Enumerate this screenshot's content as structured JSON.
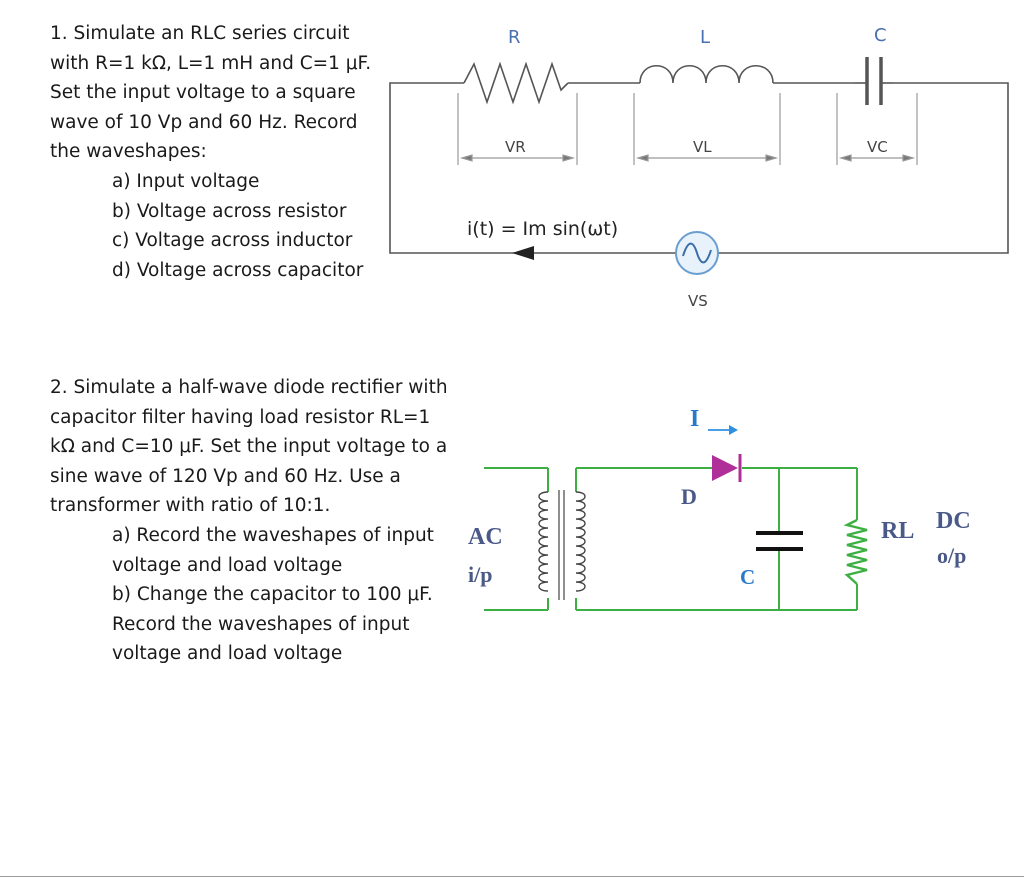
{
  "task1": {
    "text": "1. Simulate an RLC series circuit with R=1 kΩ, L=1 mH and C=1 μF. Set the input voltage to a square wave of 10 Vp and 60 Hz. Record the waveshapes:",
    "items": [
      "a) Input voltage",
      "b) Voltage across resistor",
      "c) Voltage across inductor",
      "d) Voltage across capacitor"
    ]
  },
  "task2": {
    "text": "2. Simulate a half-wave diode rectifier with capacitor filter having load resistor RL=1 kΩ and C=10 μF. Set the input voltage to a sine wave of 120 Vp and 60 Hz. Use a transformer with ratio of 10:1.",
    "items": [
      "a) Record the waveshapes of input voltage and load voltage",
      "b) Change the capacitor to 100 μF. Record the waveshapes of input voltage and load voltage"
    ]
  },
  "rlc": {
    "r": "R",
    "l": "L",
    "c": "C",
    "vr": "VR",
    "vl": "VL",
    "vc": "VC",
    "current": "i(t) = Im sin(ωt)",
    "source": "VS"
  },
  "rectifier": {
    "current": "I",
    "diode": "D",
    "capacitor": "C",
    "load": "RL",
    "input_line1": "AC",
    "input_line2": "i/p",
    "output_line1": "DC",
    "output_line2": "o/p"
  },
  "colors": {
    "wire_gray": "#555555",
    "wire_green": "#3cb043",
    "diode": "#b0309a",
    "arrow_blue": "#2f8fe0",
    "label_blue": "#4a6fb0",
    "text": "#1a1a1a"
  }
}
